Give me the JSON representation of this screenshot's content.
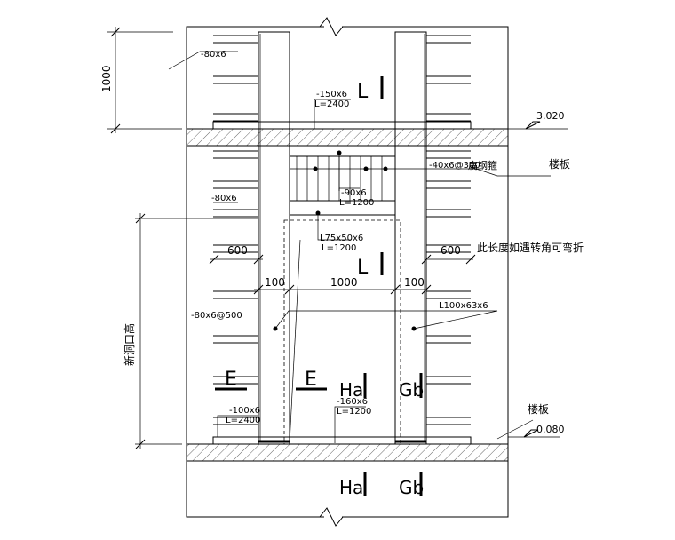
{
  "labels": {
    "flat_bar_top": "-80x6",
    "flat_bar_mid": "-80x6",
    "flat_bar_spaced": "-80x6@500",
    "plate_top": "-150x6",
    "plate_top_len": "L=2400",
    "bar_spaced": "-40x6@300",
    "bar_spaced_note": "扁钢箍",
    "plate_mid": "-90x6",
    "plate_mid_len": "L=1200",
    "angle_small": "L75x50x6",
    "angle_small_len": "L=1200",
    "angle_large": "L100x63x6",
    "plate_bottom_left": "-100x6",
    "plate_bottom_left_len": "L=2400",
    "plate_bottom_mid": "-160x6",
    "plate_bottom_mid_len": "L=1200",
    "bend_note": "此长度如遇转角可弯折",
    "floor_slab_top": "楼板",
    "floor_slab_bottom": "楼板",
    "opening_height": "新洞口高"
  },
  "dimensions": {
    "height_top": "1000",
    "width_left": "600",
    "width_right": "600",
    "gap_left": "100",
    "opening_width": "1000",
    "gap_right": "100"
  },
  "elevations": {
    "top": "3.020",
    "bottom": "-0.080"
  },
  "section_marks": {
    "l_upper": "L",
    "l_lower": "L",
    "e_left": "E",
    "e_right": "E",
    "ha_upper": "Ha",
    "gb_upper": "Gb",
    "ha_lower": "Ha",
    "gb_lower": "Gb"
  }
}
